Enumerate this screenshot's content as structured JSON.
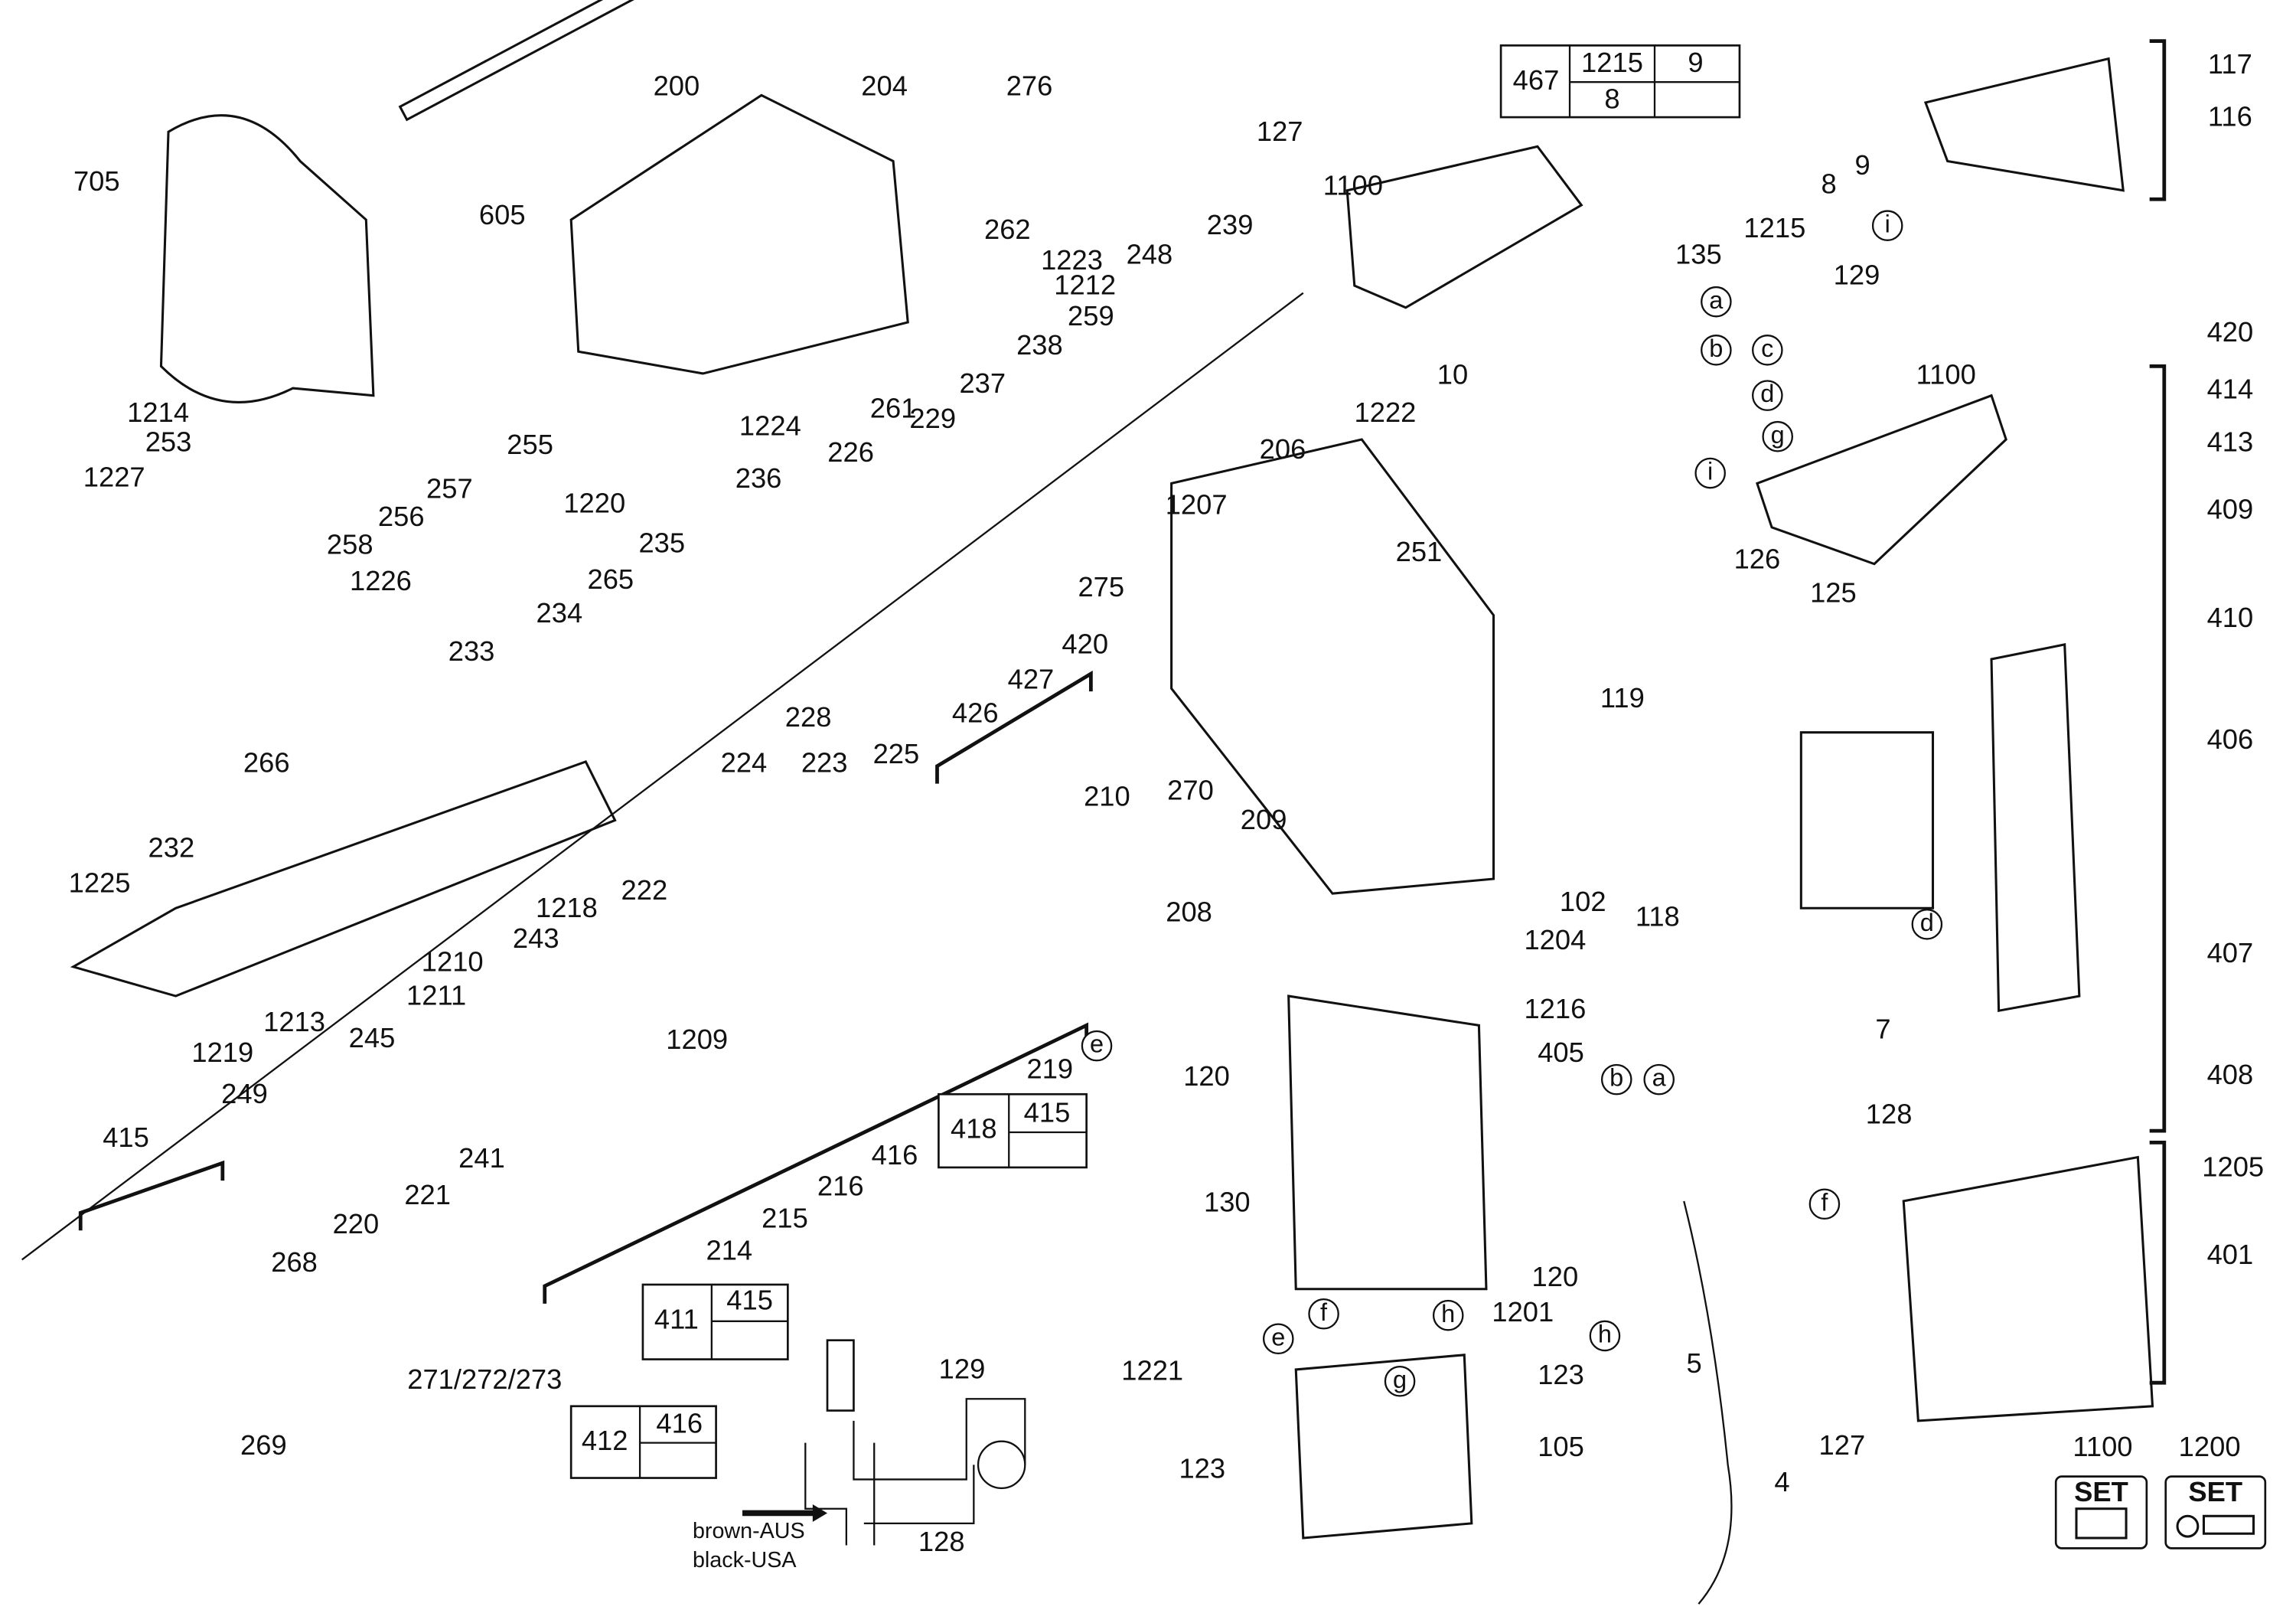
{
  "labels": [
    "705",
    "200",
    "605",
    "204",
    "276",
    "127",
    "1100",
    "262",
    "1223",
    "239",
    "248",
    "1212",
    "259",
    "238",
    "237",
    "1224",
    "261",
    "255",
    "256",
    "257",
    "1220",
    "1214",
    "253",
    "1227",
    "258",
    "1226",
    "236",
    "226",
    "229",
    "235",
    "265",
    "234",
    "233",
    "275",
    "1207",
    "206",
    "1222",
    "10",
    "251",
    "420",
    "427",
    "426",
    "228",
    "266",
    "224",
    "223",
    "225",
    "210",
    "270",
    "209",
    "232",
    "1225",
    "208",
    "1218",
    "222",
    "1210",
    "243",
    "1211",
    "1209",
    "1213",
    "1219",
    "245",
    "249",
    "415",
    "241",
    "214",
    "215",
    "216",
    "416",
    "219",
    "221",
    "220",
    "268",
    "271/272/273",
    "269",
    "129",
    "128",
    "8",
    "9",
    "1215",
    "117",
    "116",
    "135",
    "129",
    "420",
    "1100",
    "414",
    "413",
    "409",
    "410",
    "406",
    "407",
    "408",
    "126",
    "125",
    "119",
    "102",
    "118",
    "1204",
    "1216",
    "405",
    "120",
    "130",
    "120",
    "1201",
    "1221",
    "123",
    "123",
    "105",
    "5",
    "4",
    "7",
    "128",
    "1205",
    "401",
    "127",
    "1100",
    "1200"
  ],
  "callouts": [
    "a",
    "b",
    "c",
    "d",
    "g",
    "i",
    "i",
    "d",
    "e",
    "f",
    "b",
    "a",
    "f",
    "e",
    "h",
    "g",
    "h"
  ],
  "tables": [
    {
      "id": "467",
      "cells": [
        "467",
        "1215",
        "9",
        "8",
        ""
      ]
    },
    {
      "id": "418",
      "cells": [
        "418",
        "415",
        ""
      ]
    },
    {
      "id": "411",
      "cells": [
        "411",
        "415",
        ""
      ]
    },
    {
      "id": "412",
      "cells": [
        "412",
        "416",
        ""
      ]
    }
  ],
  "wiring_legend": {
    "line1": "brown-AUS",
    "line2": "black-USA"
  },
  "set_badges": [
    {
      "label": "SET"
    },
    {
      "label": "SET"
    }
  ],
  "colors": {
    "ink": "#111111",
    "background": "#ffffff"
  }
}
